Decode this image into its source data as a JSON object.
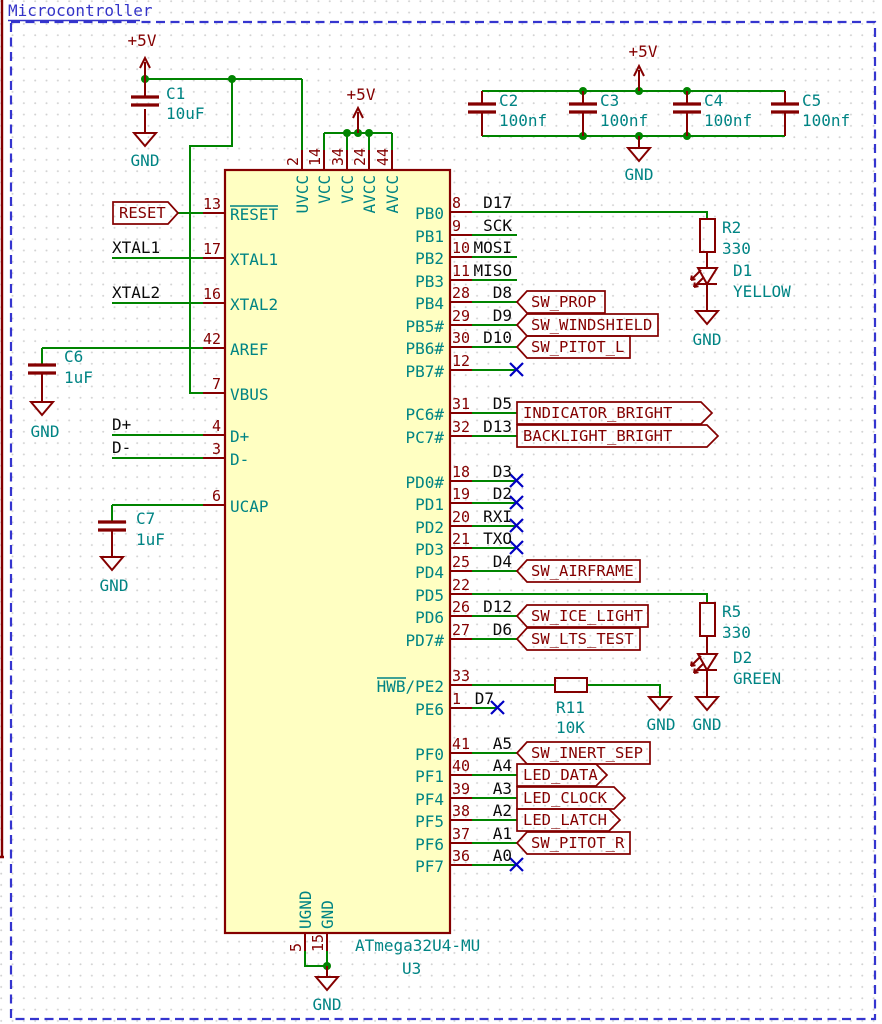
{
  "title": "Microcontroller",
  "power": {
    "p5v": "+5V",
    "gnd": "GND"
  },
  "ic": {
    "ref": "U3",
    "value": "ATmega32U4-MU",
    "top_pins": [
      {
        "num": "2",
        "name": "UVCC"
      },
      {
        "num": "14",
        "name": "VCC"
      },
      {
        "num": "34",
        "name": "VCC"
      },
      {
        "num": "24",
        "name": "AVCC"
      },
      {
        "num": "44",
        "name": "AVCC"
      }
    ],
    "bottom_pins": [
      {
        "num": "5",
        "name": "UGND"
      },
      {
        "num": "15",
        "name": "GND"
      }
    ],
    "left_pins": [
      {
        "num": "13",
        "name": "RESET",
        "global": "RESET"
      },
      {
        "num": "17",
        "name": "XTAL1",
        "net": "XTAL1"
      },
      {
        "num": "16",
        "name": "XTAL2",
        "net": "XTAL2"
      },
      {
        "num": "42",
        "name": "AREF"
      },
      {
        "num": "7",
        "name": "VBUS"
      },
      {
        "num": "4",
        "name": "D+",
        "net": "D+"
      },
      {
        "num": "3",
        "name": "D-",
        "net": "D-"
      },
      {
        "num": "6",
        "name": "UCAP"
      }
    ],
    "right_pins": [
      {
        "num": "8",
        "name": "PB0",
        "net": "D17"
      },
      {
        "num": "9",
        "name": "PB1",
        "net": "SCK"
      },
      {
        "num": "10",
        "name": "PB2",
        "net": "MOSI"
      },
      {
        "num": "11",
        "name": "PB3",
        "net": "MISO"
      },
      {
        "num": "28",
        "name": "PB4",
        "net": "D8",
        "global": "SW_PROP"
      },
      {
        "num": "29",
        "name": "PB5#",
        "net": "D9",
        "global": "SW_WINDSHIELD"
      },
      {
        "num": "30",
        "name": "PB6#",
        "net": "D10",
        "global": "SW_PITOT_L"
      },
      {
        "num": "12",
        "name": "PB7#"
      },
      {
        "num": "31",
        "name": "PC6#",
        "net": "D5",
        "global": "INDICATOR_BRIGHT"
      },
      {
        "num": "32",
        "name": "PC7#",
        "net": "D13",
        "global": "BACKLIGHT_BRIGHT"
      },
      {
        "num": "18",
        "name": "PD0#",
        "net": "D3"
      },
      {
        "num": "19",
        "name": "PD1",
        "net": "D2"
      },
      {
        "num": "20",
        "name": "PD2",
        "net": "RXI"
      },
      {
        "num": "21",
        "name": "PD3",
        "net": "TXO"
      },
      {
        "num": "25",
        "name": "PD4",
        "net": "D4",
        "global": "SW_AIRFRAME"
      },
      {
        "num": "22",
        "name": "PD5"
      },
      {
        "num": "26",
        "name": "PD6",
        "net": "D12",
        "global": "SW_ICE_LIGHT"
      },
      {
        "num": "27",
        "name": "PD7#",
        "net": "D6",
        "global": "SW_LTS_TEST"
      },
      {
        "num": "33",
        "name": "HWB/PE2"
      },
      {
        "num": "1",
        "name": "PE6",
        "net": "D7"
      },
      {
        "num": "41",
        "name": "PF0",
        "net": "A5",
        "global": "SW_INERT_SEP"
      },
      {
        "num": "40",
        "name": "PF1",
        "net": "A4",
        "global": "LED_DATA"
      },
      {
        "num": "39",
        "name": "PF4",
        "net": "A3",
        "global": "LED_CLOCK"
      },
      {
        "num": "38",
        "name": "PF5",
        "net": "A2",
        "global": "LED_LATCH"
      },
      {
        "num": "37",
        "name": "PF6",
        "net": "A1",
        "global": "SW_PITOT_R"
      },
      {
        "num": "36",
        "name": "PF7",
        "net": "A0"
      }
    ]
  },
  "components": {
    "c1": {
      "ref": "C1",
      "value": "10uF"
    },
    "c2": {
      "ref": "C2",
      "value": "100nf"
    },
    "c3": {
      "ref": "C3",
      "value": "100nf"
    },
    "c4": {
      "ref": "C4",
      "value": "100nf"
    },
    "c5": {
      "ref": "C5",
      "value": "100nf"
    },
    "c6": {
      "ref": "C6",
      "value": "1uF"
    },
    "c7": {
      "ref": "C7",
      "value": "1uF"
    },
    "r2": {
      "ref": "R2",
      "value": "330"
    },
    "r5": {
      "ref": "R5",
      "value": "330"
    },
    "r11": {
      "ref": "R11",
      "value": "10K"
    },
    "d1": {
      "ref": "D1",
      "value": "YELLOW"
    },
    "d2": {
      "ref": "D2",
      "value": "GREEN"
    }
  },
  "colors": {
    "wire": "#008400",
    "symbol": "#840000",
    "pin_name": "#008484",
    "pin_number": "#840000",
    "local_label": "#0a0a0a",
    "global_label": "#840000",
    "no_connect": "#0000c2",
    "sheet_border": "#3535cf",
    "ic_fill": "#ffffc2"
  }
}
